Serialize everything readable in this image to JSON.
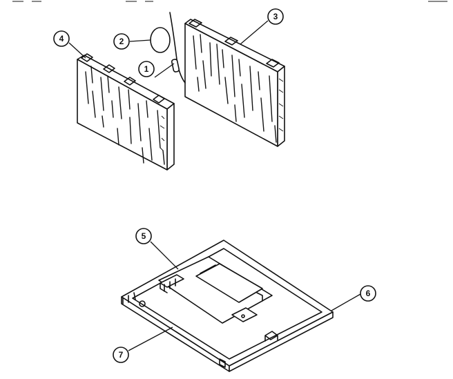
{
  "header": {
    "left": "",
    "center": "",
    "right": ""
  },
  "callouts": [
    {
      "id": "1",
      "label": "1"
    },
    {
      "id": "2",
      "label": "2"
    },
    {
      "id": "3",
      "label": "3"
    },
    {
      "id": "4",
      "label": "4"
    },
    {
      "id": "5",
      "label": "5"
    },
    {
      "id": "6",
      "label": "6"
    },
    {
      "id": "7",
      "label": "7"
    }
  ]
}
